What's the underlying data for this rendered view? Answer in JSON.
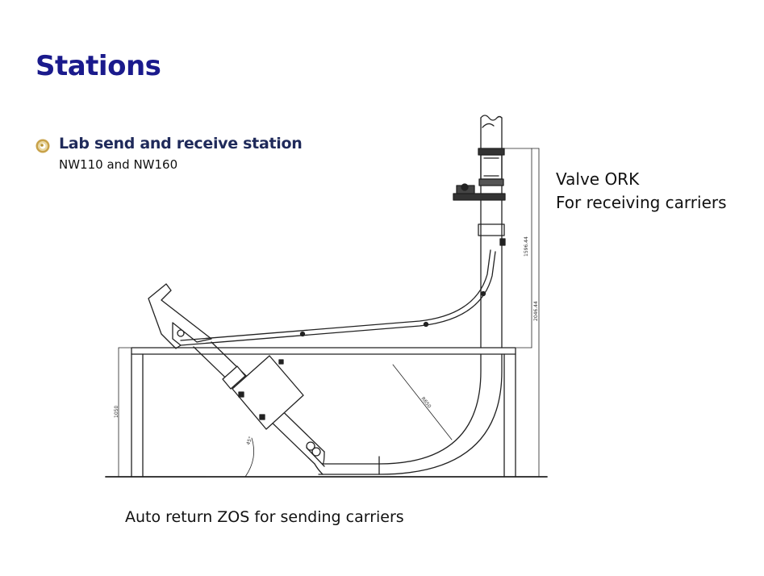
{
  "slide": {
    "title": "Stations",
    "bullet": {
      "heading": "Lab send and receive station",
      "detail": "NW110 and NW160"
    }
  },
  "annotations": {
    "valve_line1": "Valve ORK",
    "valve_line2": "For receiving carriers",
    "zos": "Auto return ZOS for sending carriers"
  },
  "drawing": {
    "dimensions": {
      "upper_height": "1596.44",
      "total_height": "2046.44",
      "table_height": "1050",
      "bend_radius": "R650",
      "angle": "45°"
    }
  },
  "colors": {
    "title": "#1a1a8c",
    "subtitle": "#1f2a5a",
    "bullet_gold": "#c8a24a",
    "line": "#222222"
  }
}
